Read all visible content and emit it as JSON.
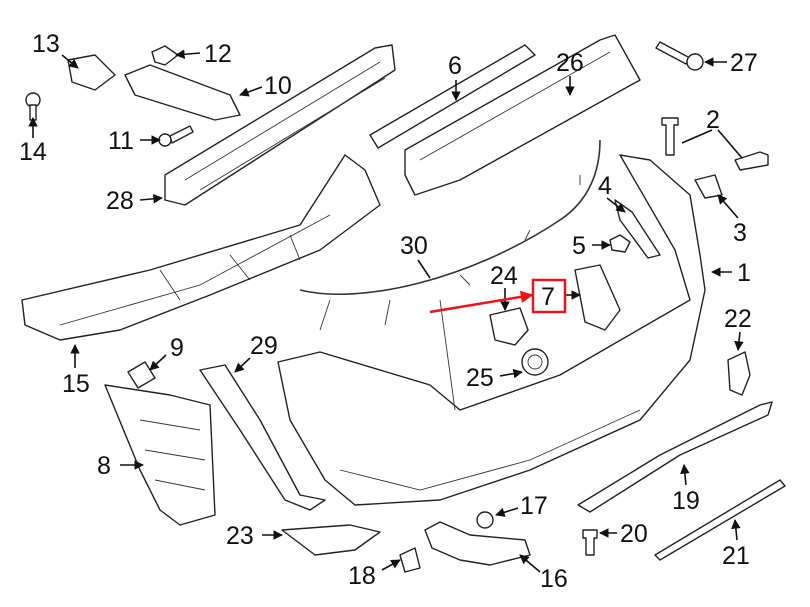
{
  "diagram": {
    "callouts": [
      "13",
      "12",
      "27",
      "10",
      "6",
      "26",
      "14",
      "11",
      "2",
      "28",
      "4",
      "3",
      "5",
      "30",
      "1",
      "24",
      "7",
      "22",
      "9",
      "29",
      "15",
      "25",
      "8",
      "19",
      "17",
      "23",
      "20",
      "21",
      "18",
      "16"
    ],
    "highlighted_callout": "7",
    "highlight_color": "#e8141a"
  }
}
